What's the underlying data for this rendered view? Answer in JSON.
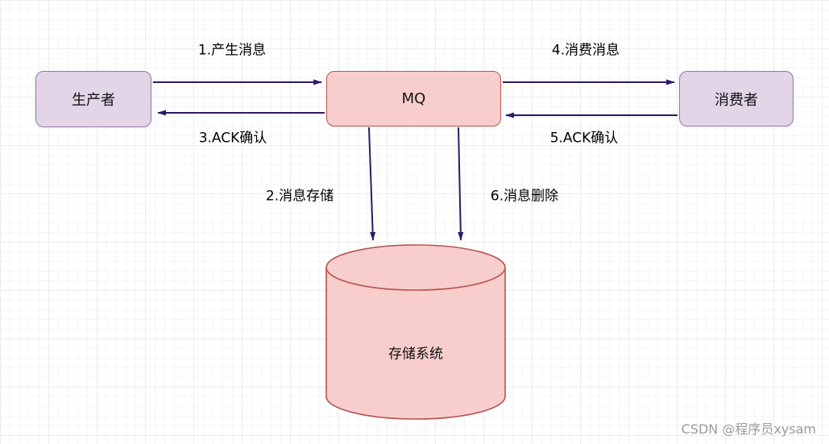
{
  "diagram": {
    "nodes": {
      "producer": {
        "label": "生产者"
      },
      "mq": {
        "label": "MQ"
      },
      "consumer": {
        "label": "消费者"
      },
      "storage": {
        "label": "存储系统"
      }
    },
    "edges": [
      {
        "id": "produce",
        "from": "producer",
        "to": "mq",
        "label": "1.产生消息"
      },
      {
        "id": "store",
        "from": "mq",
        "to": "storage",
        "label": "2.消息存储"
      },
      {
        "id": "ack-producer",
        "from": "mq",
        "to": "producer",
        "label": "3.ACK确认"
      },
      {
        "id": "consume",
        "from": "mq",
        "to": "consumer",
        "label": "4.消费消息"
      },
      {
        "id": "ack-consumer",
        "from": "consumer",
        "to": "mq",
        "label": "5.ACK确认"
      },
      {
        "id": "delete",
        "from": "mq",
        "to": "storage",
        "label": "6.消息删除"
      }
    ],
    "colors": {
      "purple_fill": "#E1D5E7",
      "purple_stroke": "#9673A6",
      "pink_fill": "#F8CECC",
      "pink_stroke": "#B85450",
      "arrow": "#2E1A66"
    }
  },
  "watermark": {
    "text": "CSDN @程序员xysam"
  }
}
